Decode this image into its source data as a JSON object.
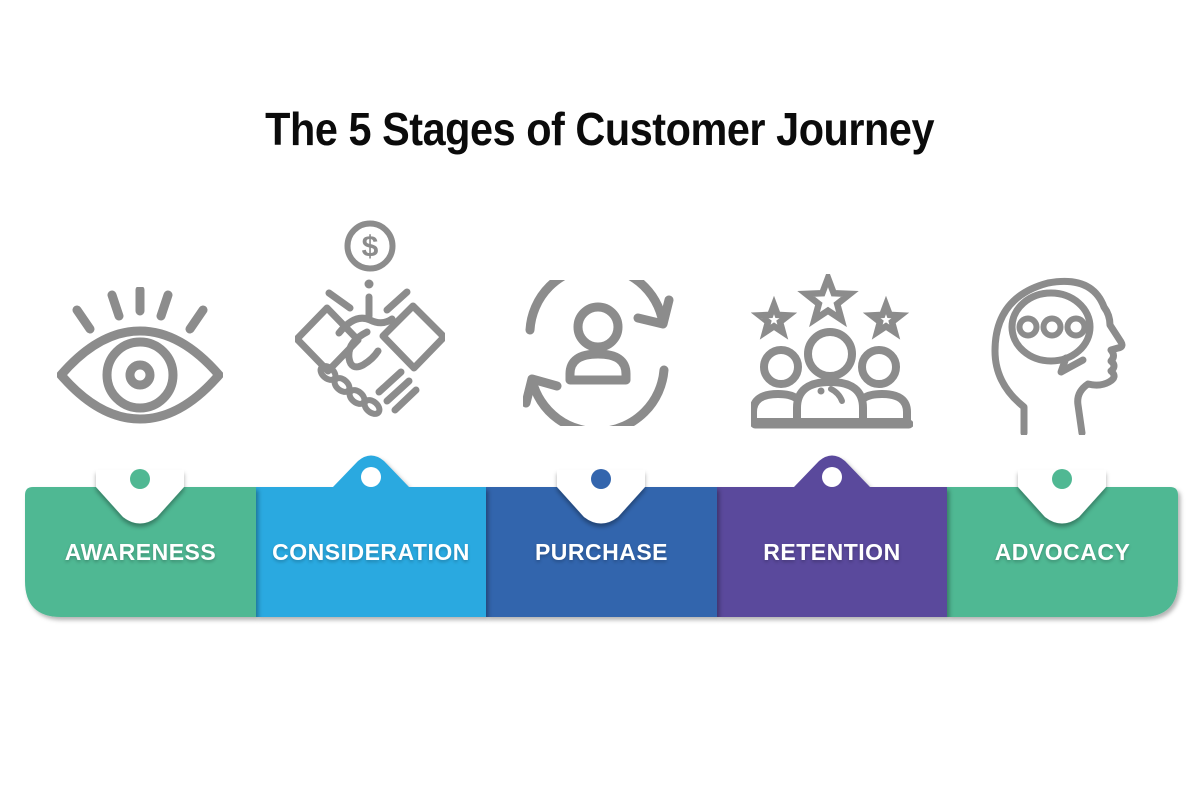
{
  "title": "The 5 Stages of Customer Journey",
  "title_color": "#0b0b0b",
  "background_color": "#ffffff",
  "icon_color": "#8c8c8c",
  "label_text_color": "#ffffff",
  "stages": [
    {
      "label": "AWARENESS",
      "color": "#50b893",
      "dot_color": "#50b893",
      "marker": "notch-down",
      "icon": "eye-icon"
    },
    {
      "label": "CONSIDERATION",
      "color": "#29a9e0",
      "dot_color": "#ffffff",
      "marker": "peak-up",
      "icon": "handshake-dollar-icon",
      "currency_symbol": "$"
    },
    {
      "label": "PURCHASE",
      "color": "#3365ad",
      "dot_color": "#3365ad",
      "marker": "notch-down",
      "icon": "repeat-customer-icon"
    },
    {
      "label": "RETENTION",
      "color": "#5a4a9c",
      "dot_color": "#ffffff",
      "marker": "peak-up",
      "icon": "customer-rating-icon"
    },
    {
      "label": "ADVOCACY",
      "color": "#50b893",
      "dot_color": "#50b893",
      "marker": "notch-down",
      "icon": "word-of-mouth-icon"
    }
  ]
}
